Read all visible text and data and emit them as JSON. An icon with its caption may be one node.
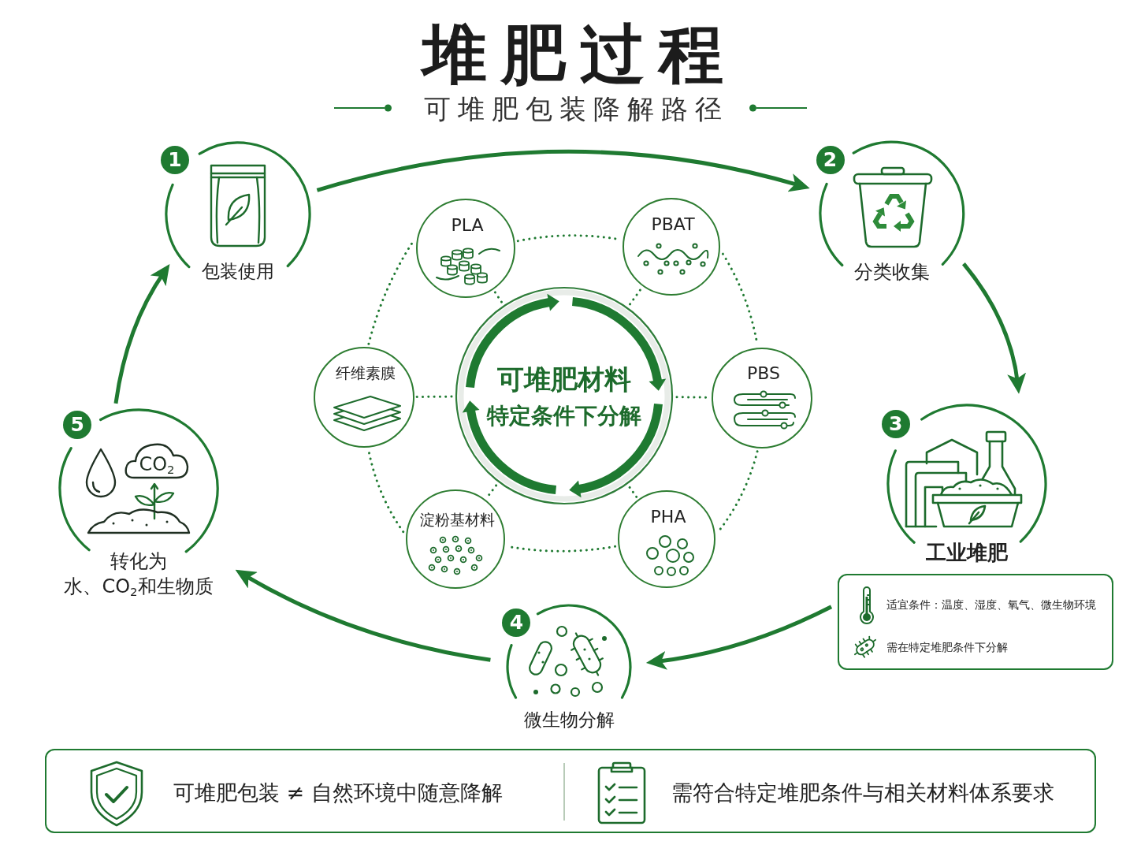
{
  "diagram": {
    "title": "堆肥过程",
    "nodes": [
      {
        "text": [
          "1",
          "包装使用"
        ]
      },
      {
        "text": [
          "2",
          "分类收集"
        ]
      },
      {
        "text": [
          "3",
          "工业堆肥"
        ]
      },
      {
        "text": [
          "适宜条件：温度、湿度、氧气、微生物环境",
          "需在特定堆肥条件下分解"
        ]
      },
      {
        "text": [
          "4",
          "微生物分解"
        ]
      },
      {
        "text": [
          "5",
          "CO$_{2}$",
          "转化为水、CO$_{2}$和生物质"
        ]
      },
      {
        "text": [
          "可堆肥材料",
          "特定条件下分解"
        ]
      },
      {
        "text": [
          "PLA"
        ]
      },
      {
        "text": [
          "PBAT"
        ]
      },
      {
        "text": [
          "PBS"
        ]
      },
      {
        "text": [
          "PHA"
        ]
      },
      {
        "text": [
          "淀粉基材料"
        ]
      },
      {
        "text": [
          "纤维素膜"
        ]
      },
      {
        "text": [
          "可堆肥包装 ≠ 自然环境中随意降解",
          "需符合特定堆肥条件与相关材料体系要求"
        ]
      }
    ],
    "edges": [
      {
        "from": 0,
        "to": 1,
        "arrow": "to"
      },
      {
        "from": 1,
        "to": 2,
        "arrow": "to"
      },
      {
        "from": 3,
        "to": 4,
        "arrow": "to"
      },
      {
        "from": 4,
        "to": 5,
        "arrow": "to"
      },
      {
        "from": 5,
        "to": 0,
        "arrow": "to"
      },
      {
        "from": 6,
        "to": 7,
        "arrow": "none",
        "style": "dashed"
      },
      {
        "from": 6,
        "to": 8,
        "arrow": "none",
        "style": "dashed"
      },
      {
        "from": 6,
        "to": 9,
        "arrow": "none",
        "style": "dashed"
      },
      {
        "from": 6,
        "to": 10,
        "arrow": "none",
        "style": "dashed"
      },
      {
        "from": 6,
        "to": 11,
        "arrow": "none",
        "style": "dashed"
      },
      {
        "from": 6,
        "to": 12,
        "arrow": "none",
        "style": "dashed"
      },
      {
        "from": 7,
        "to": 8,
        "arrow": "none",
        "style": "dashed"
      },
      {
        "from": 8,
        "to": 9,
        "arrow": "none",
        "style": "dashed"
      },
      {
        "from": 9,
        "to": 10,
        "arrow": "none",
        "style": "dashed"
      },
      {
        "from": 10,
        "to": 11,
        "arrow": "none",
        "style": "dashed"
      },
      {
        "from": 11,
        "to": 12,
        "arrow": "none",
        "style": "dashed"
      },
      {
        "from": 12,
        "to": 7,
        "arrow": "none",
        "style": "dashed"
      }
    ],
    "labels": [
      "可堆肥包装降解路径"
    ]
  }
}
